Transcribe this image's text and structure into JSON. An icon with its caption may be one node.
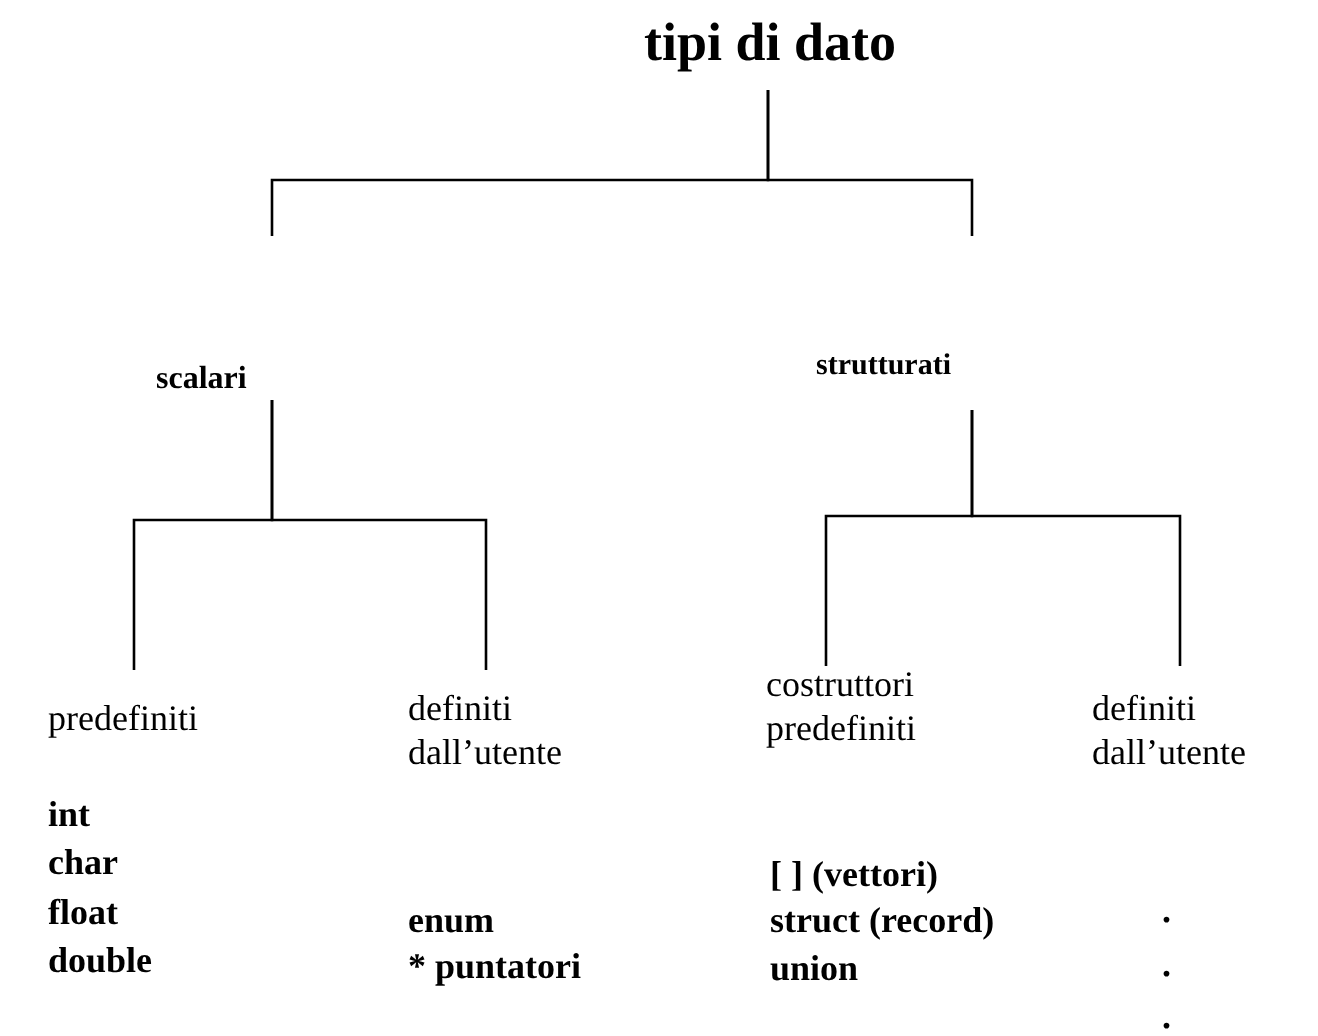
{
  "diagram": {
    "nodes": [
      {
        "text": [
          "tipi di dato"
        ]
      },
      {
        "text": [
          "scalari"
        ]
      },
      {
        "text": [
          "strutturati"
        ]
      },
      {
        "text": [
          "predefiniti"
        ]
      },
      {
        "text": [
          "definiti dall’utente"
        ]
      },
      {
        "text": [
          "costruttori predefiniti"
        ]
      },
      {
        "text": [
          "definiti dall’utente"
        ]
      }
    ],
    "edges": [
      {
        "from": 0,
        "to": 1,
        "arrow": "none"
      },
      {
        "from": 0,
        "to": 2,
        "arrow": "none"
      },
      {
        "from": 1,
        "to": 3,
        "arrow": "none"
      },
      {
        "from": 1,
        "to": 4,
        "arrow": "none"
      },
      {
        "from": 2,
        "to": 5,
        "arrow": "none"
      },
      {
        "from": 2,
        "to": 6,
        "arrow": "none"
      }
    ],
    "labels": [
      "int",
      "char",
      "float",
      "double",
      "enum",
      "* puntatori",
      "[ ] (vettori)",
      "struct (record)",
      "union",
      ".",
      ".",
      "."
    ]
  }
}
